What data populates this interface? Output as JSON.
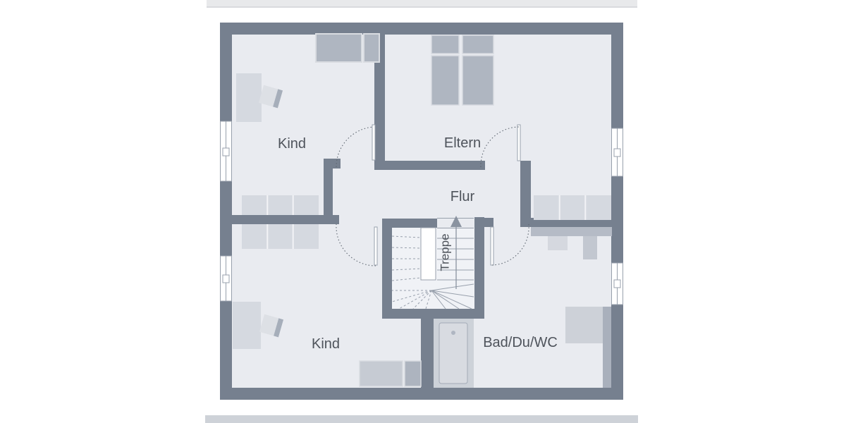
{
  "diagram": {
    "type": "floor-plan",
    "rooms": [
      {
        "id": "kind-top",
        "label": "Kind"
      },
      {
        "id": "eltern",
        "label": "Eltern"
      },
      {
        "id": "flur",
        "label": "Flur"
      },
      {
        "id": "kind-bottom",
        "label": "Kind"
      },
      {
        "id": "bad",
        "label": "Bad/Du/WC"
      }
    ],
    "stair": {
      "label": "Treppe",
      "direction": "up"
    },
    "counts": {
      "windows": 4,
      "doors": 4
    },
    "colors": {
      "wall": "#76808F",
      "floor": "#E9EBF0",
      "furniture_light": "#D5D9E0",
      "furniture_medium": "#AFB6C1",
      "line": "#98A0AC",
      "text": "#4E535B",
      "band_top": "#E8E9EB",
      "band_bottom": "#CED2D8"
    }
  }
}
